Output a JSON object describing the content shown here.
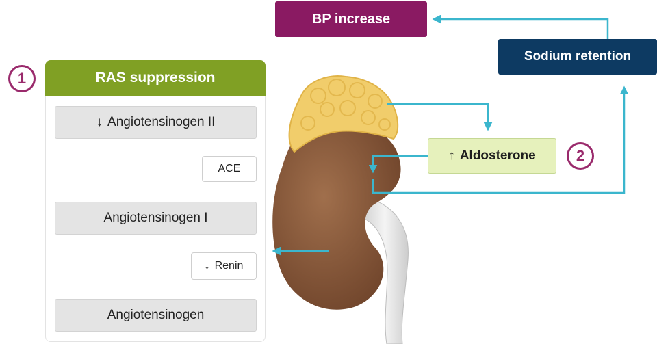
{
  "markers": {
    "step1": "1",
    "step2": "2"
  },
  "ras_panel": {
    "title": "RAS suppression",
    "steps": [
      {
        "arrow": "↓",
        "label": "Angiotensinogen II"
      },
      {
        "label": "Angiotensinogen I"
      },
      {
        "label": "Angiotensinogen"
      }
    ],
    "enzymes": [
      {
        "label": "ACE"
      },
      {
        "arrow": "↓",
        "label": "Renin"
      }
    ]
  },
  "effects": {
    "bp_increase": "BP increase",
    "sodium_retention": "Sodium retention",
    "aldosterone": {
      "arrow": "↑",
      "label": "Aldosterone"
    }
  },
  "colors": {
    "connector": "#3bb6cd",
    "ras_header": "#80a024",
    "bp_box": "#8a1a62",
    "sodium_box": "#0d3a62",
    "aldosterone_box": "#e6f1bc",
    "step_marker": "#9a2a6c",
    "kidney": "#8a5a3a",
    "adrenal_gland": "#f1cd6b"
  },
  "icons": [
    "kidney-illustration",
    "adrenal-gland-illustration",
    "ureter-illustration"
  ]
}
